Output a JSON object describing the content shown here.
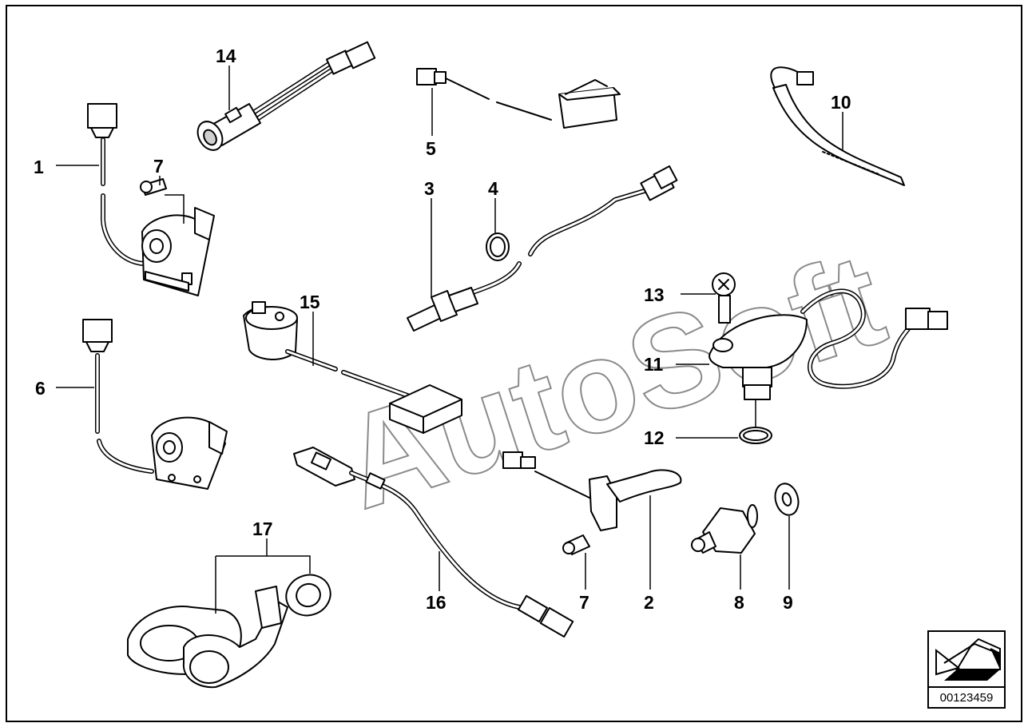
{
  "diagram": {
    "callouts": {
      "c1": "1",
      "c2": "2",
      "c3": "3",
      "c4": "4",
      "c5": "5",
      "c6": "6",
      "c7a": "7",
      "c7b": "7",
      "c8": "8",
      "c9": "9",
      "c10": "10",
      "c11": "11",
      "c12": "12",
      "c13": "13",
      "c14": "14",
      "c15": "15",
      "c16": "16",
      "c17": "17"
    },
    "watermark": "AutoSoft",
    "document_number": "00123459",
    "icon": "arrow-icon"
  }
}
